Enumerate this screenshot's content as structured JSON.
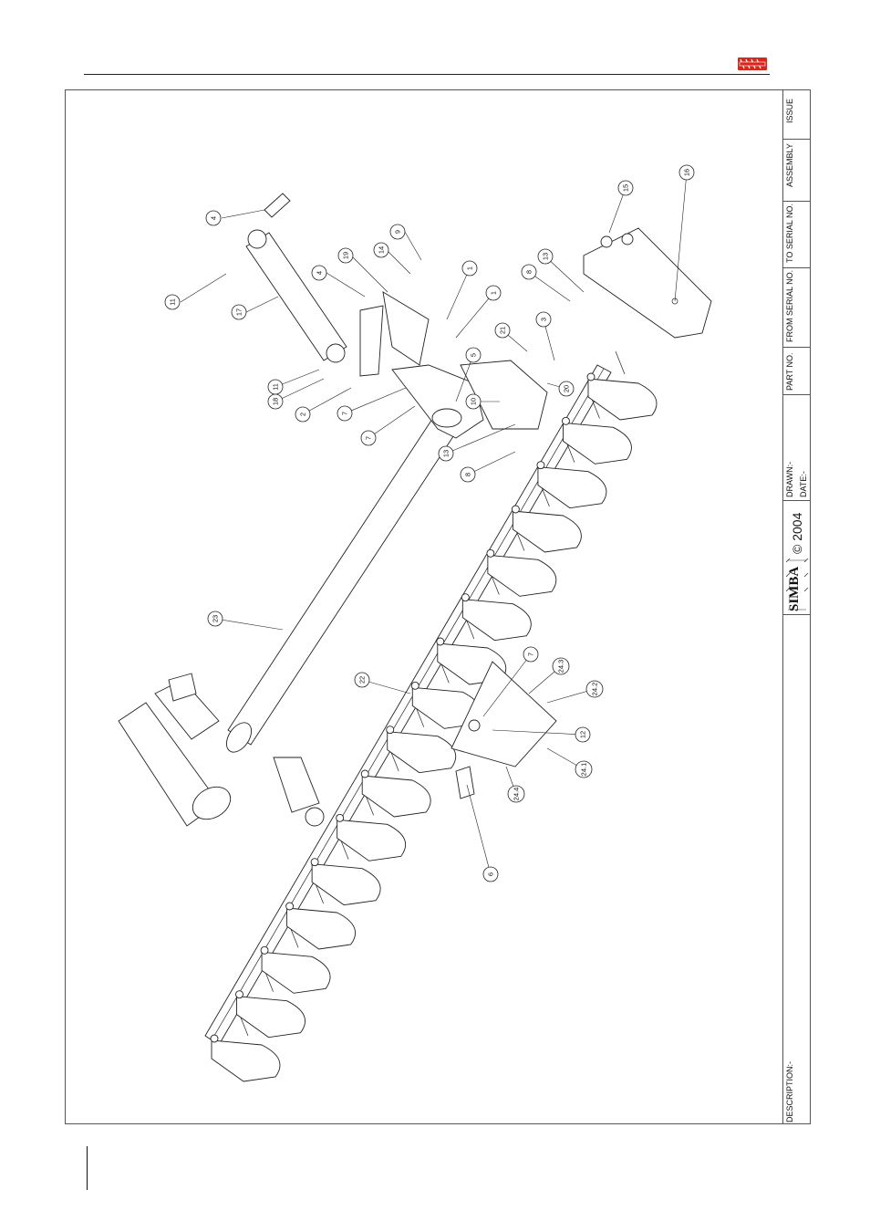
{
  "header": {
    "logo_icon": "simba-logo-icon",
    "accent": "#d8261c"
  },
  "title_block": {
    "issue": "ISSUE",
    "assembly": "ASSEMBLY",
    "to_serial": "TO SERIAL NO.",
    "from_serial": "FROM SERIAL NO.",
    "part_no": "PART NO.",
    "drawn": "DRAWN:-",
    "date": "DATE:-",
    "brand": "SIMBA",
    "copyright": "© 2004",
    "description": "DESCRIPTION:-"
  },
  "callouts": [
    {
      "label": "4"
    },
    {
      "label": "11"
    },
    {
      "label": "17"
    },
    {
      "label": "4"
    },
    {
      "label": "19"
    },
    {
      "label": "14"
    },
    {
      "label": "9"
    },
    {
      "label": "1"
    },
    {
      "label": "1"
    },
    {
      "label": "15"
    },
    {
      "label": "16"
    },
    {
      "label": "13"
    },
    {
      "label": "8"
    },
    {
      "label": "21"
    },
    {
      "label": "3"
    },
    {
      "label": "5"
    },
    {
      "label": "20"
    },
    {
      "label": "10"
    },
    {
      "label": "11"
    },
    {
      "label": "18"
    },
    {
      "label": "2"
    },
    {
      "label": "7"
    },
    {
      "label": "7"
    },
    {
      "label": "13"
    },
    {
      "label": "8"
    },
    {
      "label": "23"
    },
    {
      "label": "22"
    },
    {
      "label": "7"
    },
    {
      "label": "24.3"
    },
    {
      "label": "24.2"
    },
    {
      "label": "12"
    },
    {
      "label": "24.1"
    },
    {
      "label": "24.4"
    },
    {
      "label": "6"
    }
  ]
}
